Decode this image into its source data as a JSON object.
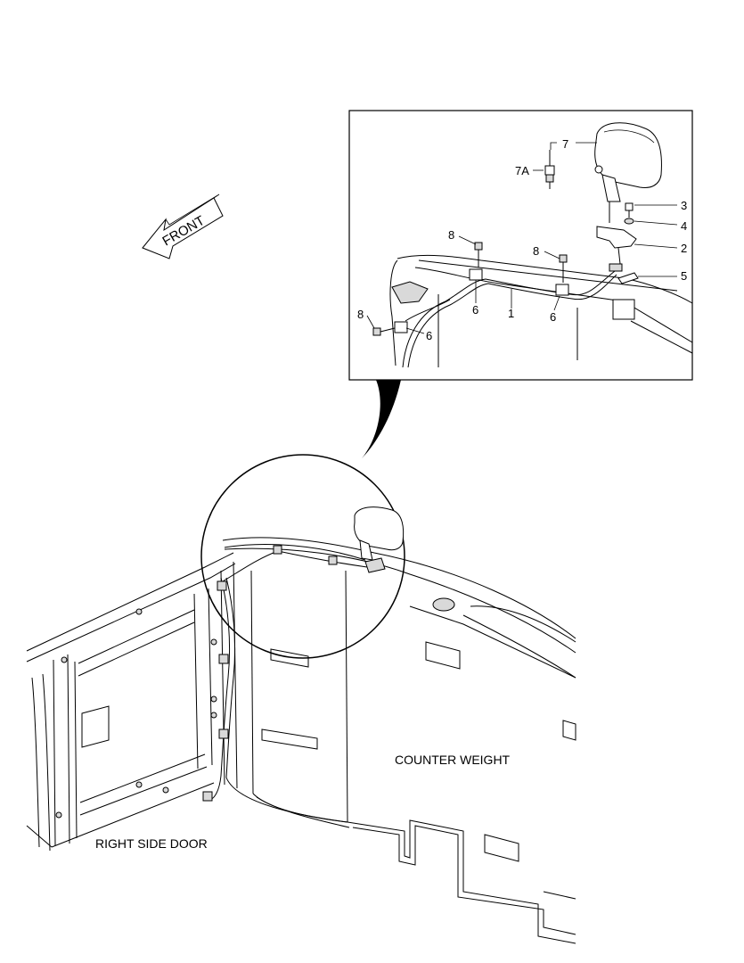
{
  "direction_label": "FRONT",
  "detail_callouts": {
    "c1": "1",
    "c2": "2",
    "c3": "3",
    "c4": "4",
    "c5": "5",
    "c6a": "6",
    "c6b": "6",
    "c6c": "6",
    "c7": "7",
    "c7a": "7A",
    "c8a": "8",
    "c8b": "8",
    "c8c": "8"
  },
  "area_labels": {
    "counter_weight": "COUNTER WEIGHT",
    "right_side_door": "RIGHT SIDE DOOR"
  }
}
